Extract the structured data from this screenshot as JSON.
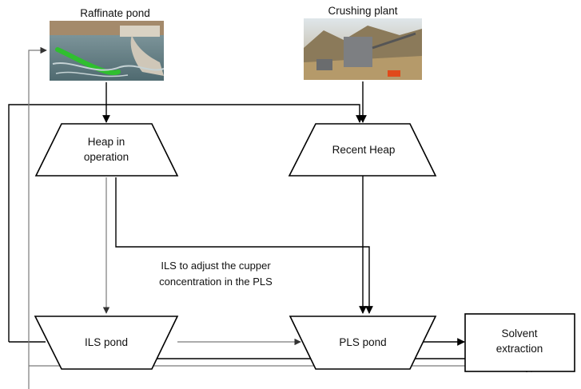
{
  "sources": {
    "raffinate_pond": "Raffinate pond",
    "crushing_plant": "Crushing plant"
  },
  "nodes": {
    "heap_in_operation": [
      "Heap in",
      "operation"
    ],
    "recent_heap": "Recent Heap",
    "ils_pond": "ILS pond",
    "pls_pond": "PLS pond",
    "solvent_extraction": [
      "Solvent",
      "extraction"
    ]
  },
  "annotation": [
    "ILS to adjust the cupper",
    "concentration in the PLS"
  ]
}
